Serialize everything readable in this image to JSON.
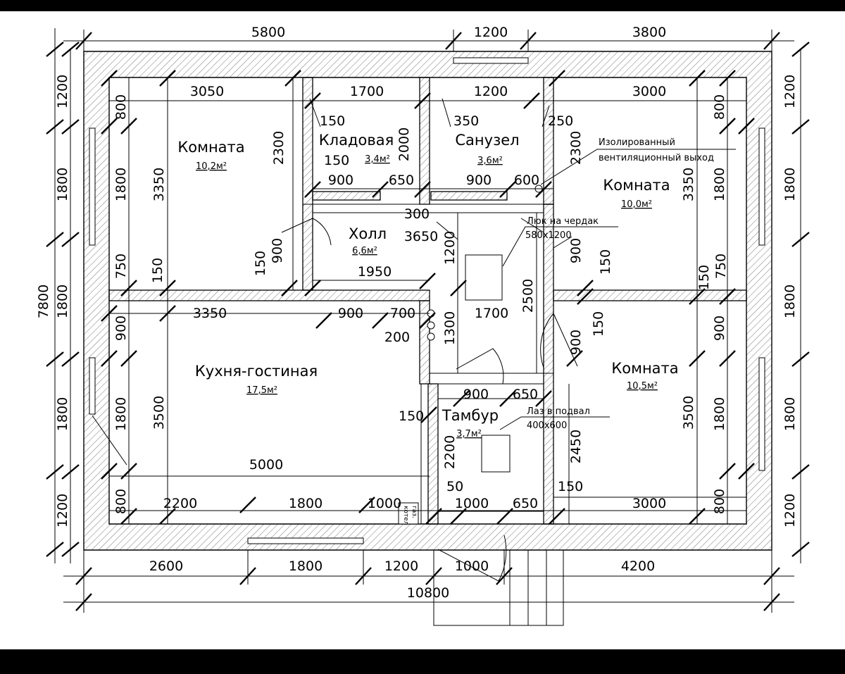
{
  "rooms": {
    "room_nw": {
      "name": "Комната",
      "area": "10,2м²"
    },
    "storage": {
      "name": "Кладовая",
      "area": "3,4м²"
    },
    "bathroom": {
      "name": "Санузел",
      "area": "3,6м²"
    },
    "room_ne": {
      "name": "Комната",
      "area": "10,0м²"
    },
    "hall": {
      "name": "Холл",
      "area": "6,6м²"
    },
    "kitchen": {
      "name": "Кухня-гостиная",
      "area": "17,5м²"
    },
    "room_se": {
      "name": "Комната",
      "area": "10,5м²"
    },
    "vestibule": {
      "name": "Тамбур",
      "area": "3,7м²"
    }
  },
  "notes": {
    "vent_line1": "Изолированный",
    "vent_line2": "вентиляционный выход",
    "hatch_line1": "Люк на чердак",
    "hatch_line2": "580x1200",
    "cellar_line1": "Лаз в подвал",
    "cellar_line2": "400x600",
    "gas_line1": "газ.",
    "gas_line2": "котел"
  },
  "dims": {
    "top_5800": "5800",
    "top_1200": "1200",
    "top_3800": "3800",
    "bottom_2600": "2600",
    "bottom_1800": "1800",
    "bottom_1200": "1200",
    "bottom_1000": "1000",
    "bottom_4200": "4200",
    "bottom_total": "10800",
    "left_1200a": "1200",
    "left_1800a": "1800",
    "left_1800b": "1800",
    "left_1800c": "1800",
    "left_1200b": "1200",
    "left_total": "7800",
    "right_1200a": "1200",
    "right_1800a": "1800",
    "right_1800b": "1800",
    "right_1800c": "1800",
    "right_1200b": "1200",
    "r1_3050": "3050",
    "r1_1700": "1700",
    "r1_1200": "1200",
    "r1_3000": "3000",
    "r1_800a": "800",
    "r1_800b": "800",
    "d_150a": "150",
    "d_350": "350",
    "d_250": "250",
    "d_2300a": "2300",
    "d_2000": "2000",
    "d_2300b": "2300",
    "d_3350a": "3350",
    "d_1800d": "1800",
    "d_3350b": "3350",
    "d_1800e": "1800",
    "d_150b": "150",
    "d_900a": "900",
    "d_650a": "650",
    "d_900b": "900",
    "d_600": "600",
    "d_300": "300",
    "d_3650": "3650",
    "d_150c": "150",
    "d_900c": "900",
    "d_1200c": "1200",
    "d_900d": "900",
    "d_150d": "150",
    "d_750a": "750",
    "d_150e": "150",
    "d_1950": "1950",
    "d_150f": "150",
    "d_750b": "750",
    "d_3350c": "3350",
    "d_900e": "900",
    "d_700": "700",
    "d_1700c": "1700",
    "d_2500": "2500",
    "d_200": "200",
    "d_1300": "1300",
    "d_900f": "900",
    "d_150g": "150",
    "d_900g": "900",
    "d_3500a": "3500",
    "d_1800f": "1800",
    "d_5000": "5000",
    "d_900h": "900",
    "d_650b": "650",
    "d_150h": "150",
    "d_2200a": "2200",
    "d_50": "50",
    "d_3500b": "3500",
    "d_1800g": "1800",
    "d_2450": "2450",
    "d_150i": "150",
    "d_800c": "800",
    "d_2200b": "2200",
    "d_1800h": "1800",
    "d_1000a": "1000",
    "d_1000b": "1000",
    "d_650c": "650",
    "d_3000b": "3000",
    "d_800d": "800"
  }
}
